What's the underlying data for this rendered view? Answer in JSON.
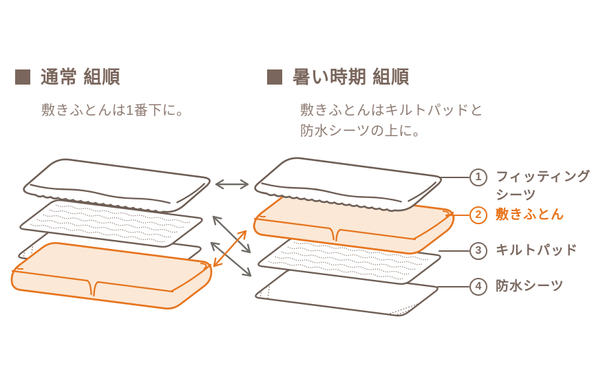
{
  "colors": {
    "outline": "#6e5e55",
    "heading": "#7a665c",
    "subtitle": "#8e7c73",
    "label": "#7a685f",
    "orange": "#e6751f",
    "orange_text": "#e8731a",
    "futon_fill": "#fbe8d6",
    "arrow": "#6f6b66",
    "pattern": "#8d8078"
  },
  "sections": {
    "left": {
      "title": "通常 組順",
      "subtitle": "敷きふとんは1番下に。"
    },
    "right": {
      "title": "暑い時期 組順",
      "subtitle_line1": "敷きふとんはキルトパッドと",
      "subtitle_line2": "防水シーツの上に。"
    }
  },
  "legend": {
    "items": [
      {
        "number": "1",
        "label": "フィッティング\nシーツ",
        "highlighted": false
      },
      {
        "number": "2",
        "label": "敷きふとん",
        "highlighted": true
      },
      {
        "number": "3",
        "label": "キルトパッド",
        "highlighted": false
      },
      {
        "number": "4",
        "label": "防水シーツ",
        "highlighted": false
      }
    ]
  },
  "diagram": {
    "left_stack_order_top_to_bottom": [
      "フィッティングシーツ",
      "キルトパッド",
      "防水シーツ",
      "敷きふとん"
    ],
    "right_stack_order_top_to_bottom": [
      "フィッティングシーツ",
      "敷きふとん",
      "キルトパッド",
      "防水シーツ"
    ]
  }
}
